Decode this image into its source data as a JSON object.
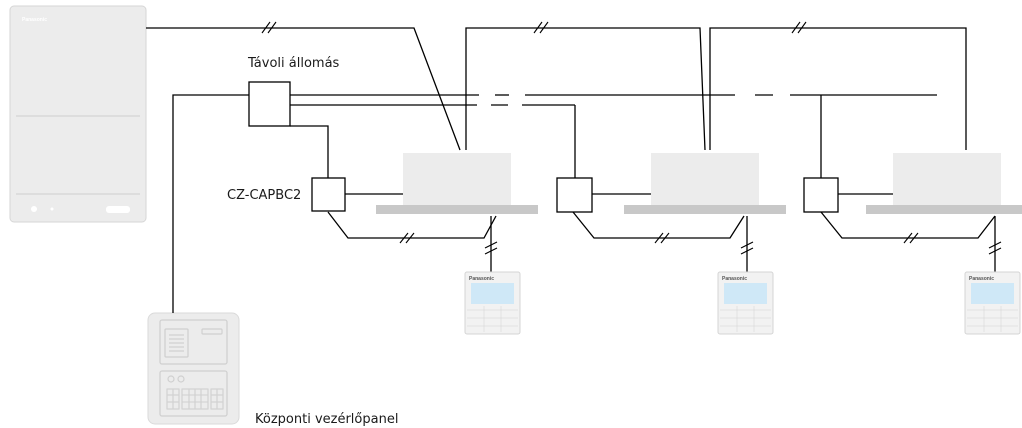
{
  "labels": {
    "remote_station": "Távoli állomás",
    "adapter": "CZ-CAPBC2",
    "central_panel": "Központi vezérlőpanel"
  },
  "brand": {
    "outdoor_unit": "Panasonic",
    "controller": "Panasonic"
  },
  "icons": {
    "outdoor_unit": "outdoor-unit-icon",
    "indoor_unit": "ceiling-cassette-icon",
    "controller": "wired-remote-controller-icon",
    "central_panel": "central-control-panel-icon"
  },
  "colors": {
    "line": "#000000",
    "device_fill": "#ececec",
    "device_stroke": "#d6d6d6",
    "panel_bar": "#c8c8c8",
    "screen": "#cfe8f7"
  }
}
